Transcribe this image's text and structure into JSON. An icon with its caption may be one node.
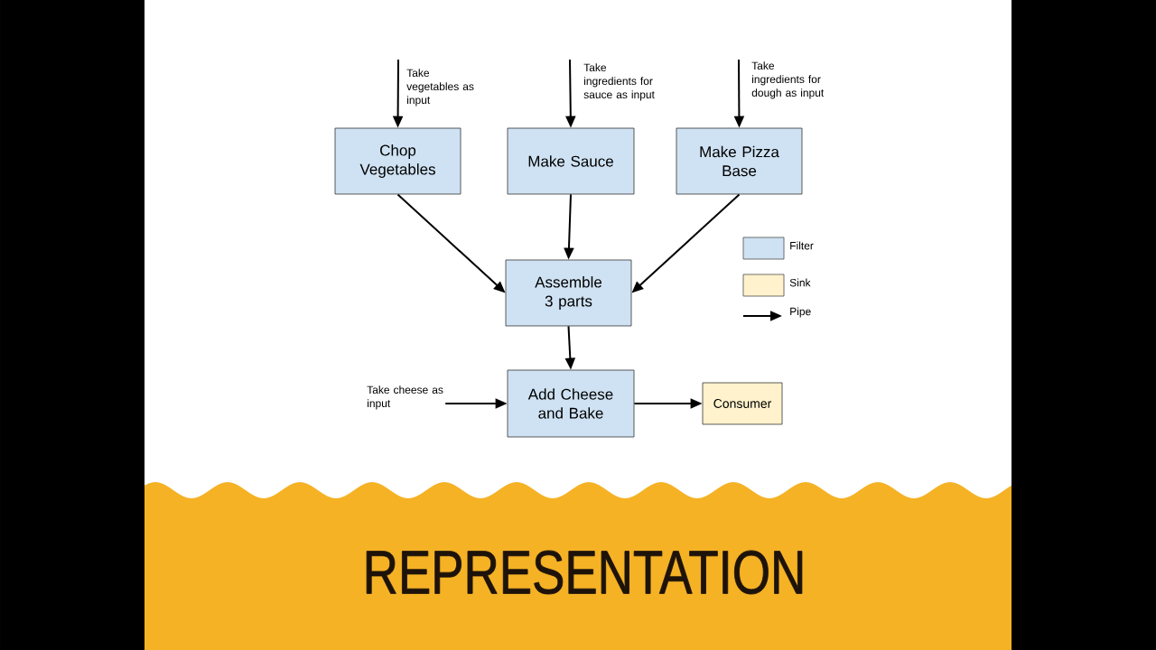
{
  "diagram": {
    "title": "REPRESENTATION",
    "nodes": [
      {
        "text": [
          "Chop Vegetables"
        ]
      },
      {
        "text": [
          "Make Sauce"
        ]
      },
      {
        "text": [
          "Make Pizza Base"
        ]
      },
      {
        "text": [
          "Assemble 3 parts"
        ]
      },
      {
        "text": [
          "Add Cheese and Bake"
        ]
      },
      {
        "text": [
          "Consumer"
        ]
      }
    ],
    "edges": [
      {
        "from": null,
        "to": 0,
        "arrow": "to",
        "label": "Take vegetables as input"
      },
      {
        "from": null,
        "to": 1,
        "arrow": "to",
        "label": "Take ingredients for sauce as input"
      },
      {
        "from": null,
        "to": 2,
        "arrow": "to",
        "label": "Take ingredients for dough as input"
      },
      {
        "from": 0,
        "to": 3,
        "arrow": "to"
      },
      {
        "from": 1,
        "to": 3,
        "arrow": "to"
      },
      {
        "from": 2,
        "to": 3,
        "arrow": "to"
      },
      {
        "from": 3,
        "to": 4,
        "arrow": "to"
      },
      {
        "from": null,
        "to": 4,
        "arrow": "to",
        "label": "Take cheese as input"
      },
      {
        "from": 4,
        "to": 5,
        "arrow": "to"
      }
    ],
    "legend": [
      {
        "text": "Filter",
        "color": "#cfe2f3"
      },
      {
        "text": "Sink",
        "color": "#fff2cc"
      },
      {
        "text": "Pipe"
      }
    ]
  }
}
